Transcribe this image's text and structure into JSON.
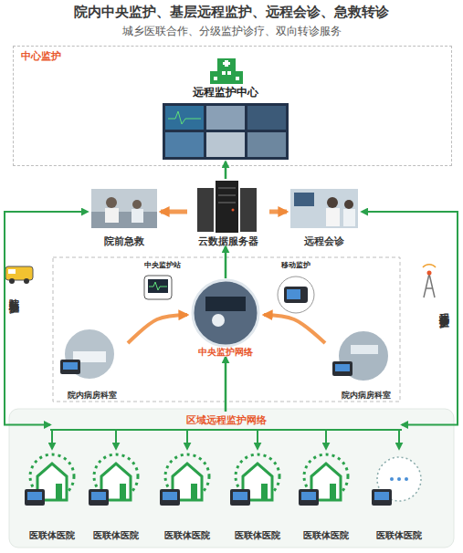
{
  "diagram": {
    "title": "院内中央监护、基层远程监护、远程会诊、急救转诊",
    "nodes": [
      {
        "text": [
          "中心监护"
        ]
      },
      {
        "text": [
          "远程监护中心"
        ],
        "in": 0
      },
      {
        "text": [
          "院前急救"
        ]
      },
      {
        "text": [
          "云数据服务器"
        ]
      },
      {
        "text": [
          "远程会诊"
        ]
      },
      {
        "text": [
          "中央监护站"
        ]
      },
      {
        "text": [
          "移动监护"
        ]
      },
      {
        "text": [
          "中央监护网络"
        ]
      },
      {
        "text": [
          "院内病房科室"
        ]
      },
      {
        "text": [
          "院内病房科室"
        ]
      },
      {
        "text": [
          "区域远程监护网络"
        ]
      },
      {
        "text": [
          "医联体医院"
        ]
      },
      {
        "text": [
          "医联体医院"
        ]
      },
      {
        "text": [
          "医联体医院"
        ]
      },
      {
        "text": [
          "医联体医院"
        ]
      },
      {
        "text": [
          "医联体医院"
        ]
      },
      {
        "text": [
          "医联体医院"
        ]
      }
    ],
    "edges": [
      {
        "from": 3,
        "to": 1,
        "arrow": "to"
      },
      {
        "from": 3,
        "to": 2,
        "arrow": "to"
      },
      {
        "from": 3,
        "to": 4,
        "arrow": "to"
      },
      {
        "from": 7,
        "to": 3,
        "arrow": "to"
      },
      {
        "from": 8,
        "to": 7,
        "arrow": "to"
      },
      {
        "from": 9,
        "to": 7,
        "arrow": "to"
      },
      {
        "from": 10,
        "to": 7,
        "arrow": "to"
      },
      {
        "from": 10,
        "to": 2,
        "label": "院前急救监护",
        "arrow": "both"
      },
      {
        "from": 10,
        "to": 4,
        "label": "远程会诊监护",
        "arrow": "both"
      },
      {
        "from": 10,
        "to": 11,
        "arrow": "to"
      },
      {
        "from": 10,
        "to": 12,
        "arrow": "to"
      },
      {
        "from": 10,
        "to": 13,
        "arrow": "to"
      },
      {
        "from": 10,
        "to": 14,
        "arrow": "to"
      },
      {
        "from": 10,
        "to": 15,
        "arrow": "to"
      },
      {
        "from": 10,
        "to": 16,
        "arrow": "to"
      }
    ],
    "labels": [
      "城乡医联合作、分级监护诊疗、双向转诊服务"
    ]
  }
}
